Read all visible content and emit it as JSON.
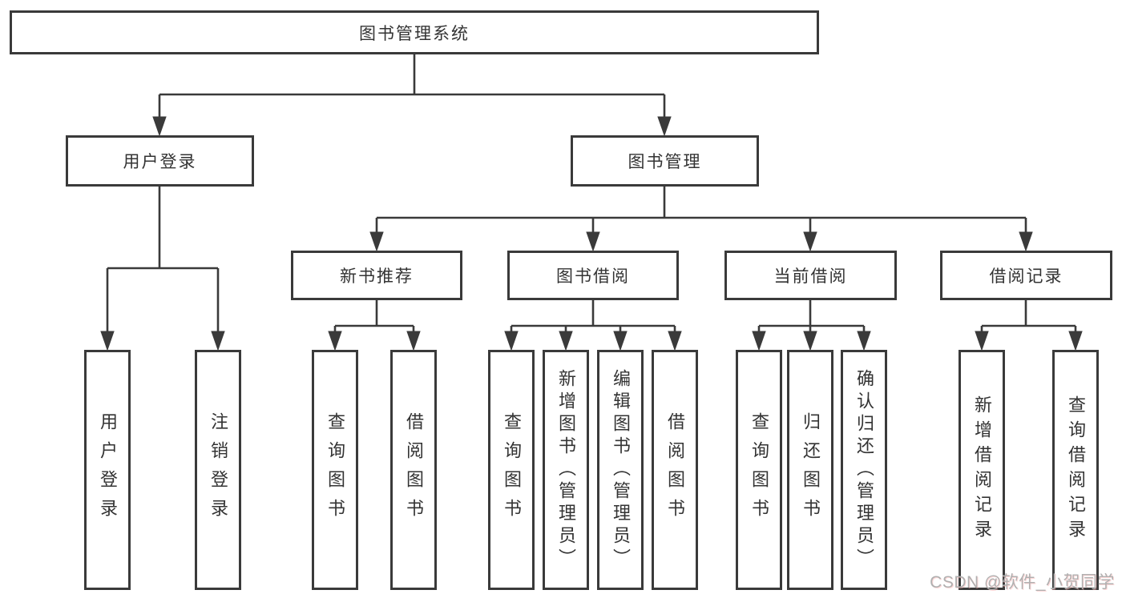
{
  "colors": {
    "line": "#3a3a3a",
    "border": "#3a3a3a",
    "text": "#333333",
    "box_fill": "#ffffff",
    "background": "#ffffff",
    "watermark_text_color": "#b0b0b0"
  },
  "tree": {
    "label": "图书管理系统",
    "children": [
      {
        "label": "用户登录",
        "children": [
          {
            "label": "用户登录"
          },
          {
            "label": "注销登录"
          }
        ]
      },
      {
        "label": "图书管理",
        "children": [
          {
            "label": "新书推荐",
            "children": [
              {
                "label": "查询图书"
              },
              {
                "label": "借阅图书"
              }
            ]
          },
          {
            "label": "图书借阅",
            "children": [
              {
                "label": "查询图书"
              },
              {
                "label": "新增图书（管理员）"
              },
              {
                "label": "编辑图书（管理员）"
              },
              {
                "label": "借阅图书"
              }
            ]
          },
          {
            "label": "当前借阅",
            "children": [
              {
                "label": "查询图书"
              },
              {
                "label": "归还图书"
              },
              {
                "label": "确认归还（管理员）"
              }
            ]
          },
          {
            "label": "借阅记录",
            "children": [
              {
                "label": "新增借阅记录"
              },
              {
                "label": "查询借阅记录"
              }
            ]
          }
        ]
      }
    ]
  },
  "watermark": "CSDN @软件_小贺同学"
}
